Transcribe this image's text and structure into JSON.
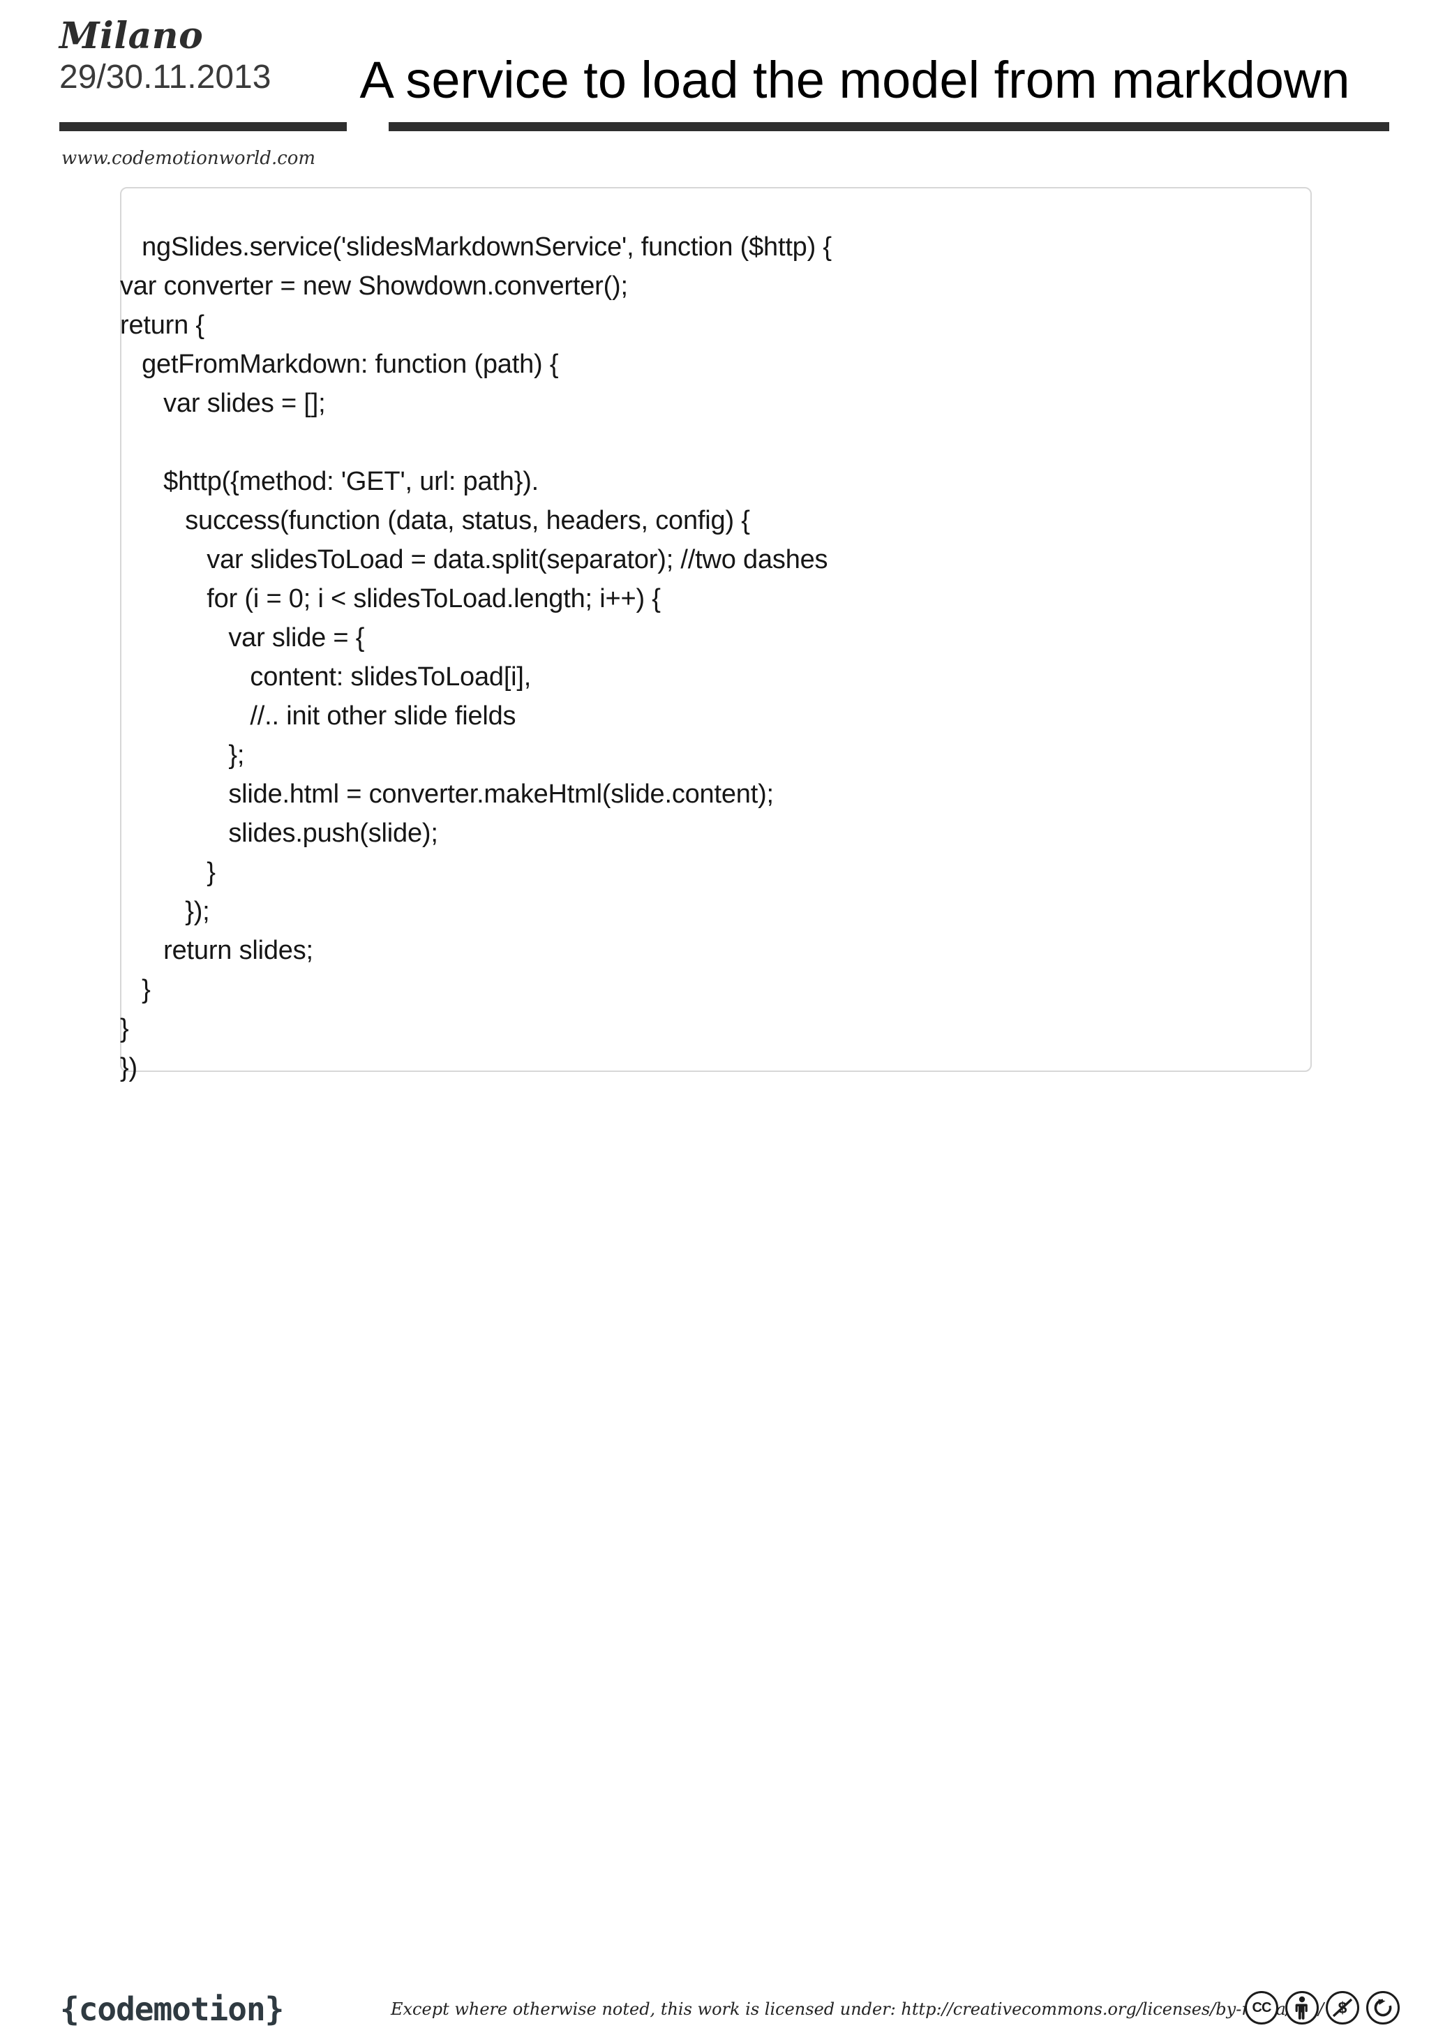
{
  "header": {
    "brand_city": "Milano",
    "brand_date": "29/30.11.2013",
    "brand_url": "www.codemotionworld.com",
    "title": "A service to load the model from markdown"
  },
  "code": {
    "language": "javascript",
    "lines": [
      "   ngSlides.service('slidesMarkdownService', function ($http) {",
      "var converter = new Showdown.converter();",
      "return {",
      "   getFromMarkdown: function (path) {",
      "      var slides = [];",
      "",
      "      $http({method: 'GET', url: path}).",
      "         success(function (data, status, headers, config) {",
      "            var slidesToLoad = data.split(separator); //two dashes",
      "            for (i = 0; i < slidesToLoad.length; i++) {",
      "               var slide = {",
      "                  content: slidesToLoad[i],",
      "                  //.. init other slide fields",
      "               };",
      "               slide.html = converter.makeHtml(slide.content);",
      "               slides.push(slide);",
      "            }",
      "         });",
      "      return slides;",
      "   }",
      "}",
      "})"
    ]
  },
  "footer": {
    "logo": "{codemotion}",
    "license": "Except where otherwise noted, this work is licensed under: http://creativecommons.org/licenses/by-nc-sa/3.0/",
    "badges": [
      {
        "name": "cc-icon",
        "label": "CC"
      },
      {
        "name": "cc-by-icon",
        "label": "BY"
      },
      {
        "name": "cc-nc-icon",
        "label": "NC"
      },
      {
        "name": "cc-sa-icon",
        "label": "SA"
      }
    ]
  },
  "colors": {
    "rule": "#2f2f2f",
    "card_border": "#d7d7d7",
    "logo": "#2f3a41",
    "text": "#161616"
  }
}
